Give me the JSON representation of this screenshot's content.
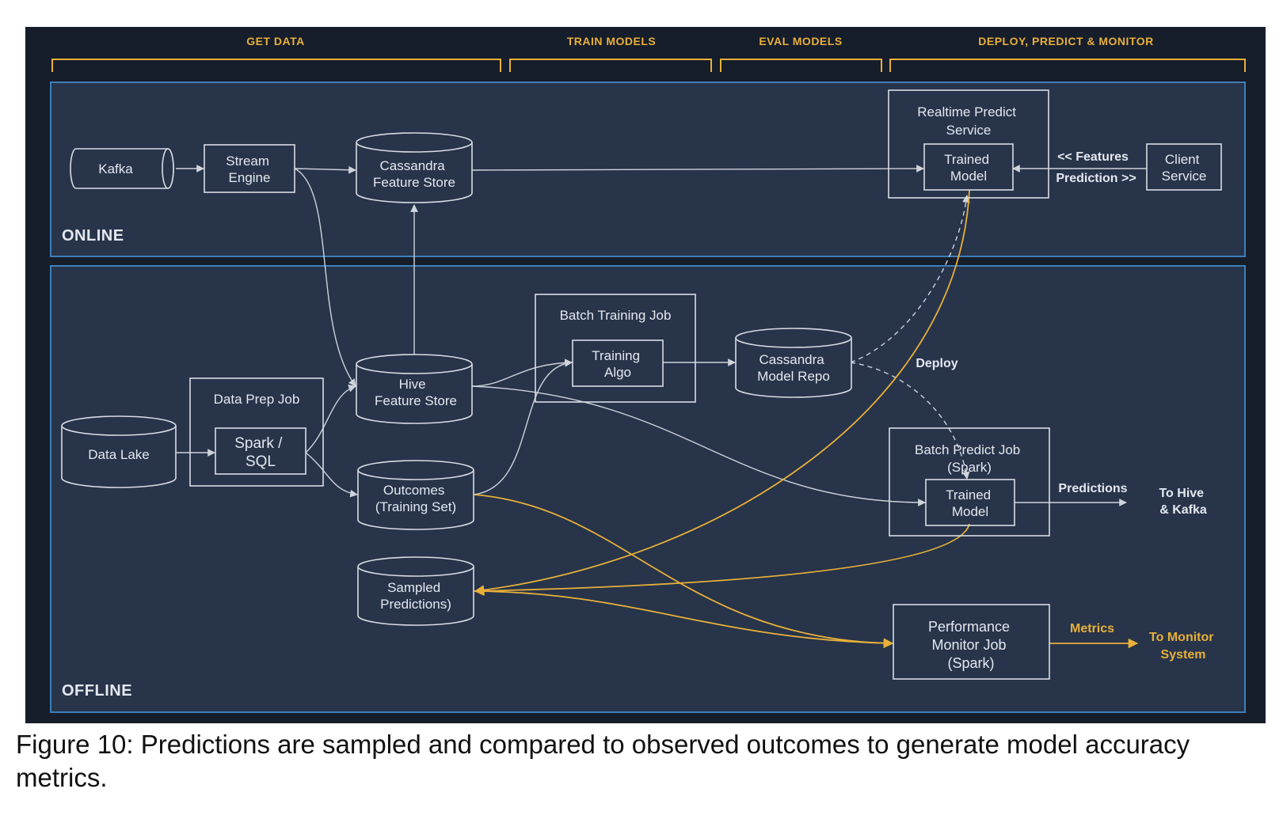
{
  "stages": {
    "get_data": "GET DATA",
    "train_models": "TRAIN MODELS",
    "eval_models": "EVAL MODELS",
    "deploy": "DEPLOY, PREDICT & MONITOR"
  },
  "zones": {
    "online": "ONLINE",
    "offline": "OFFLINE"
  },
  "nodes": {
    "kafka": "Kafka",
    "stream_engine": [
      "Stream",
      "Engine"
    ],
    "cassandra_feature_store": [
      "Cassandra",
      "Feature Store"
    ],
    "realtime_predict_service": [
      "Realtime Predict",
      "Service"
    ],
    "trained_model_online": [
      "Trained",
      "Model"
    ],
    "client_service": [
      "Client",
      "Service"
    ],
    "batch_training_job": "Batch Training Job",
    "training_algo": [
      "Training",
      "Algo"
    ],
    "cassandra_model_repo": [
      "Cassandra",
      "Model Repo"
    ],
    "hive_feature_store": [
      "Hive",
      "Feature Store"
    ],
    "data_prep_job": "Data Prep Job",
    "spark_sql": [
      "Spark /",
      "SQL"
    ],
    "data_lake": "Data Lake",
    "outcomes": [
      "Outcomes",
      "(Training Set)"
    ],
    "sampled_predictions": [
      "Sampled",
      "Predictions)"
    ],
    "batch_predict_job": [
      "Batch Predict Job",
      "(Spark)"
    ],
    "trained_model_batch": [
      "Trained",
      "Model"
    ],
    "performance_monitor_job": [
      "Performance",
      "Monitor Job",
      "(Spark)"
    ]
  },
  "edge_labels": {
    "features": "<< Features",
    "prediction": "Prediction >>",
    "deploy": "Deploy",
    "predictions": "Predictions",
    "to_hive_kafka": [
      "To Hive",
      "& Kafka"
    ],
    "metrics": "Metrics",
    "to_monitor_system": [
      "To Monitor",
      "System"
    ]
  },
  "colors": {
    "panel_background": "#161d2b",
    "zone_background": "#27344a",
    "zone_border": "#3f7fb8",
    "accent": "#e8b03a",
    "line": "#cfd4dc"
  },
  "caption": "Figure 10: Predictions are sampled and compared to observed outcomes to generate model accuracy metrics."
}
